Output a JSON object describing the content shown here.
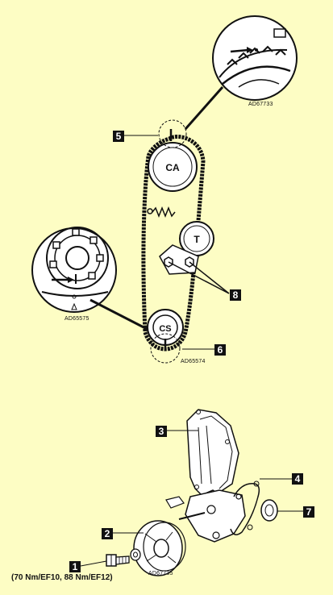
{
  "pulleys": {
    "camshaft": "CA",
    "tensioner": "T",
    "crankshaft": "CS"
  },
  "callouts": [
    "1",
    "2",
    "3",
    "4",
    "5",
    "6",
    "7",
    "8"
  ],
  "detail_refs": {
    "camshaft_detail": "AD67733",
    "crank_detail": "AD65575",
    "belt_diagram": "AD65574",
    "cover_exploded": "AD67735"
  },
  "torque_spec": "(70 Nm/EF10, 88 Nm/EF12)",
  "colors": {
    "background": "#fdfdc4",
    "ink": "#111111",
    "callout_fill": "#111111",
    "callout_text": "#ffffff"
  }
}
